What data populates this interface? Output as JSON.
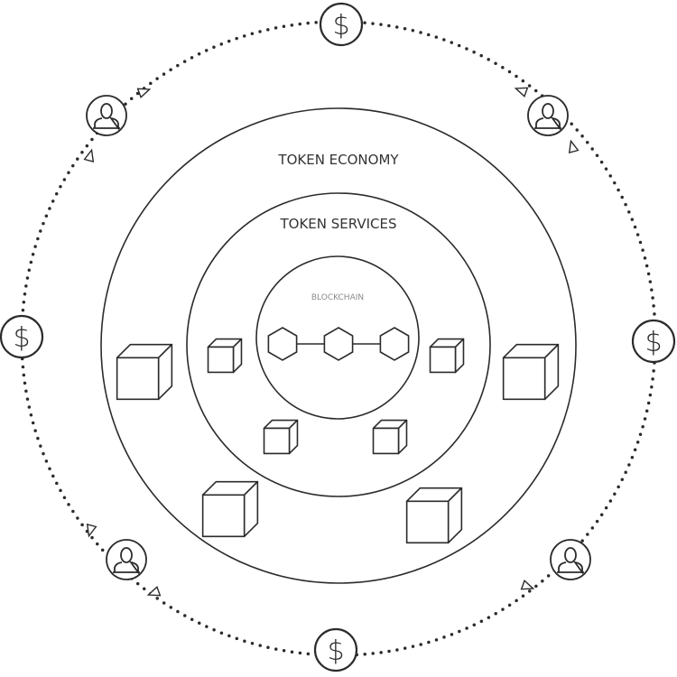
{
  "diagram": {
    "outer_label": "TOKEN ECONOMY",
    "middle_label": "TOKEN SERVICES",
    "inner_label": "BLOCKCHAIN",
    "currency_symbol": "$",
    "colors": {
      "stroke": "#2b2b2b",
      "inner_label": "#8a8a8a",
      "background": "#ffffff"
    },
    "icons": {
      "participant": "user-icon",
      "payment": "dollar-icon",
      "service": "cube-icon",
      "block": "hexagon-icon"
    }
  }
}
